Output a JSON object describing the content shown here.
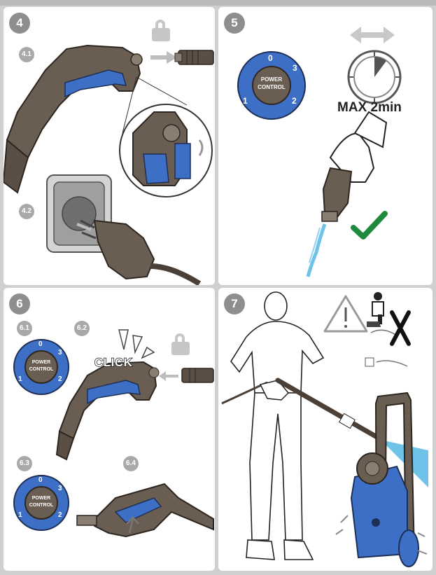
{
  "steps": {
    "s4": {
      "number": "4",
      "sub1": "4.1",
      "sub2": "4.2"
    },
    "s5": {
      "number": "5",
      "max_label": "MAX 2min"
    },
    "s6": {
      "number": "6",
      "sub1": "6.1",
      "sub2": "6.2",
      "sub3": "6.3",
      "sub4": "6.4",
      "click_label": "CLICK"
    },
    "s7": {
      "number": "7"
    }
  },
  "dial": {
    "label_line1": "POWER",
    "label_line2": "CONTROL",
    "marks": [
      "0",
      "1",
      "2",
      "3"
    ]
  },
  "icons": [
    "lock-icon",
    "warning-icon",
    "checkmark-icon",
    "timer-icon",
    "double-arrow-icon",
    "no-children-pets-icon"
  ],
  "colors": {
    "accent_blue": "#3e6fc6",
    "tool_brown": "#6a5d52",
    "check_green": "#1f8a3b",
    "water_blue": "#6fc3e8",
    "panel_bg": "#ffffff",
    "frame_gray": "#cfcfcf"
  }
}
